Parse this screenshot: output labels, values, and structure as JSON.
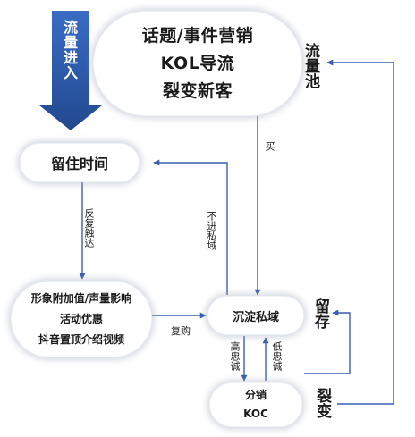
{
  "entry": {
    "label": "流量进入"
  },
  "nodes": {
    "pool": {
      "lines": [
        "话题/事件营销",
        "KOL导流",
        "裂变新客"
      ]
    },
    "stay_time": {
      "label": "留住时间"
    },
    "image": {
      "lines": [
        "形象附加值/声量影响",
        "活动优惠",
        "抖音置顶介绍视频"
      ]
    },
    "sink": {
      "label": "沉淀私域"
    },
    "split": {
      "lines": [
        "分销",
        "KOC"
      ]
    }
  },
  "side_labels": {
    "pool": "流量池",
    "retain": "留存",
    "fission": "裂变"
  },
  "edges": {
    "buy": "买",
    "repeat_reach": "反复触达",
    "not_private": "不进私域",
    "rebuy": "复购",
    "high_loyal": "高忠诚",
    "low_loyal": "低忠诚"
  },
  "colors": {
    "arrow_blue": "#2b58a8",
    "line_blue": "#3a5fb0",
    "node_shadow": "#969fb4"
  }
}
